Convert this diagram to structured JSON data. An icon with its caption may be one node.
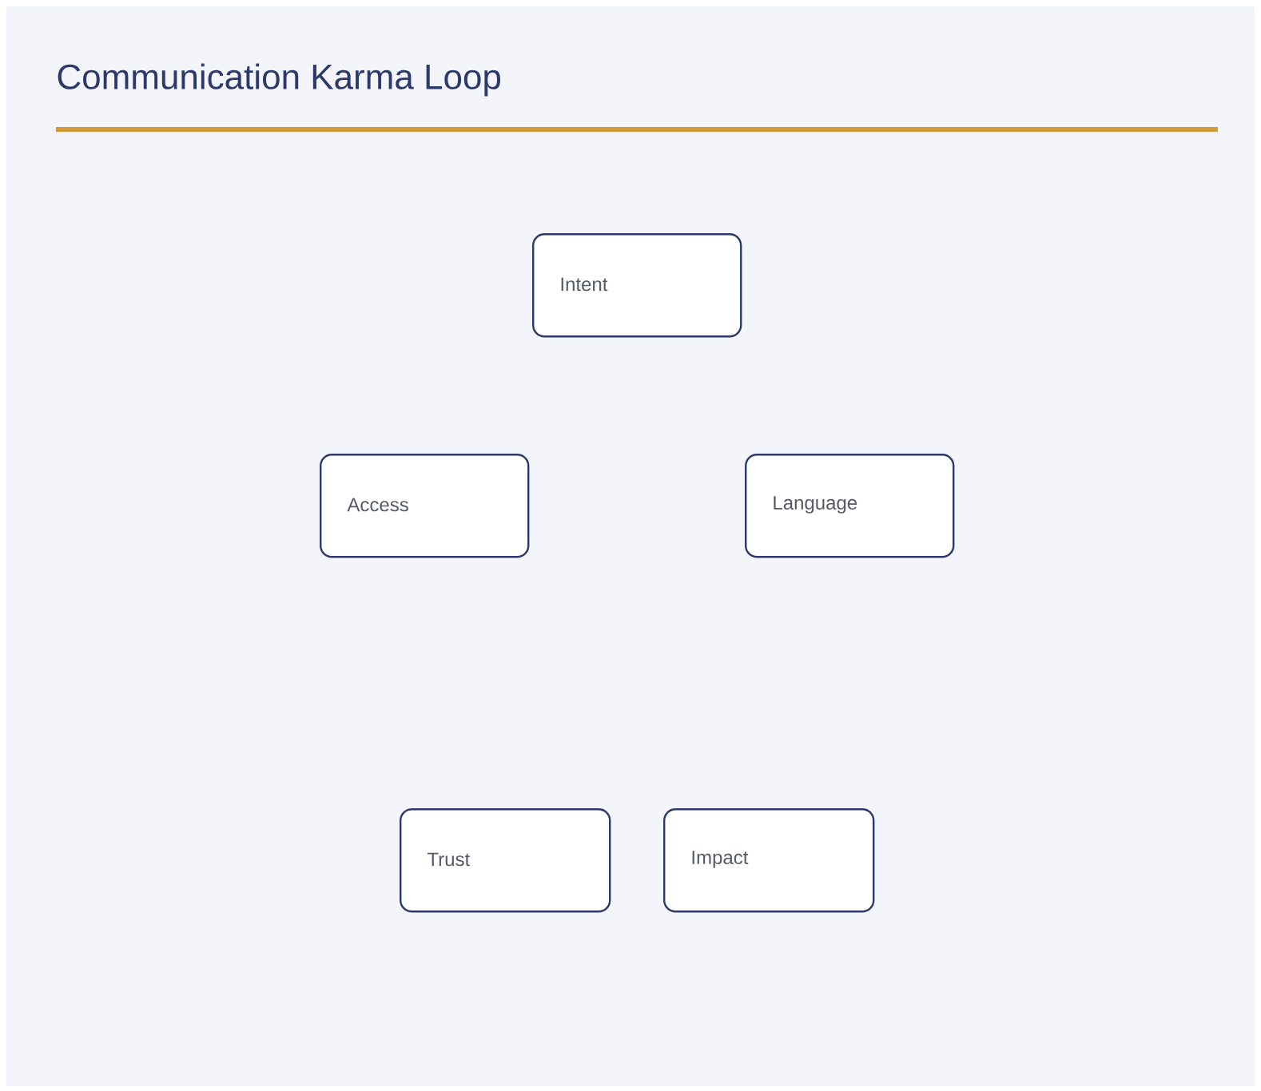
{
  "diagram": {
    "title": "Communication Karma Loop",
    "nodes": [
      {
        "text": [
          "Intent"
        ]
      },
      {
        "text": [
          "Access"
        ]
      },
      {
        "text": [
          "Language"
        ]
      },
      {
        "text": [
          "Trust"
        ]
      },
      {
        "text": [
          "Impact"
        ]
      }
    ]
  }
}
